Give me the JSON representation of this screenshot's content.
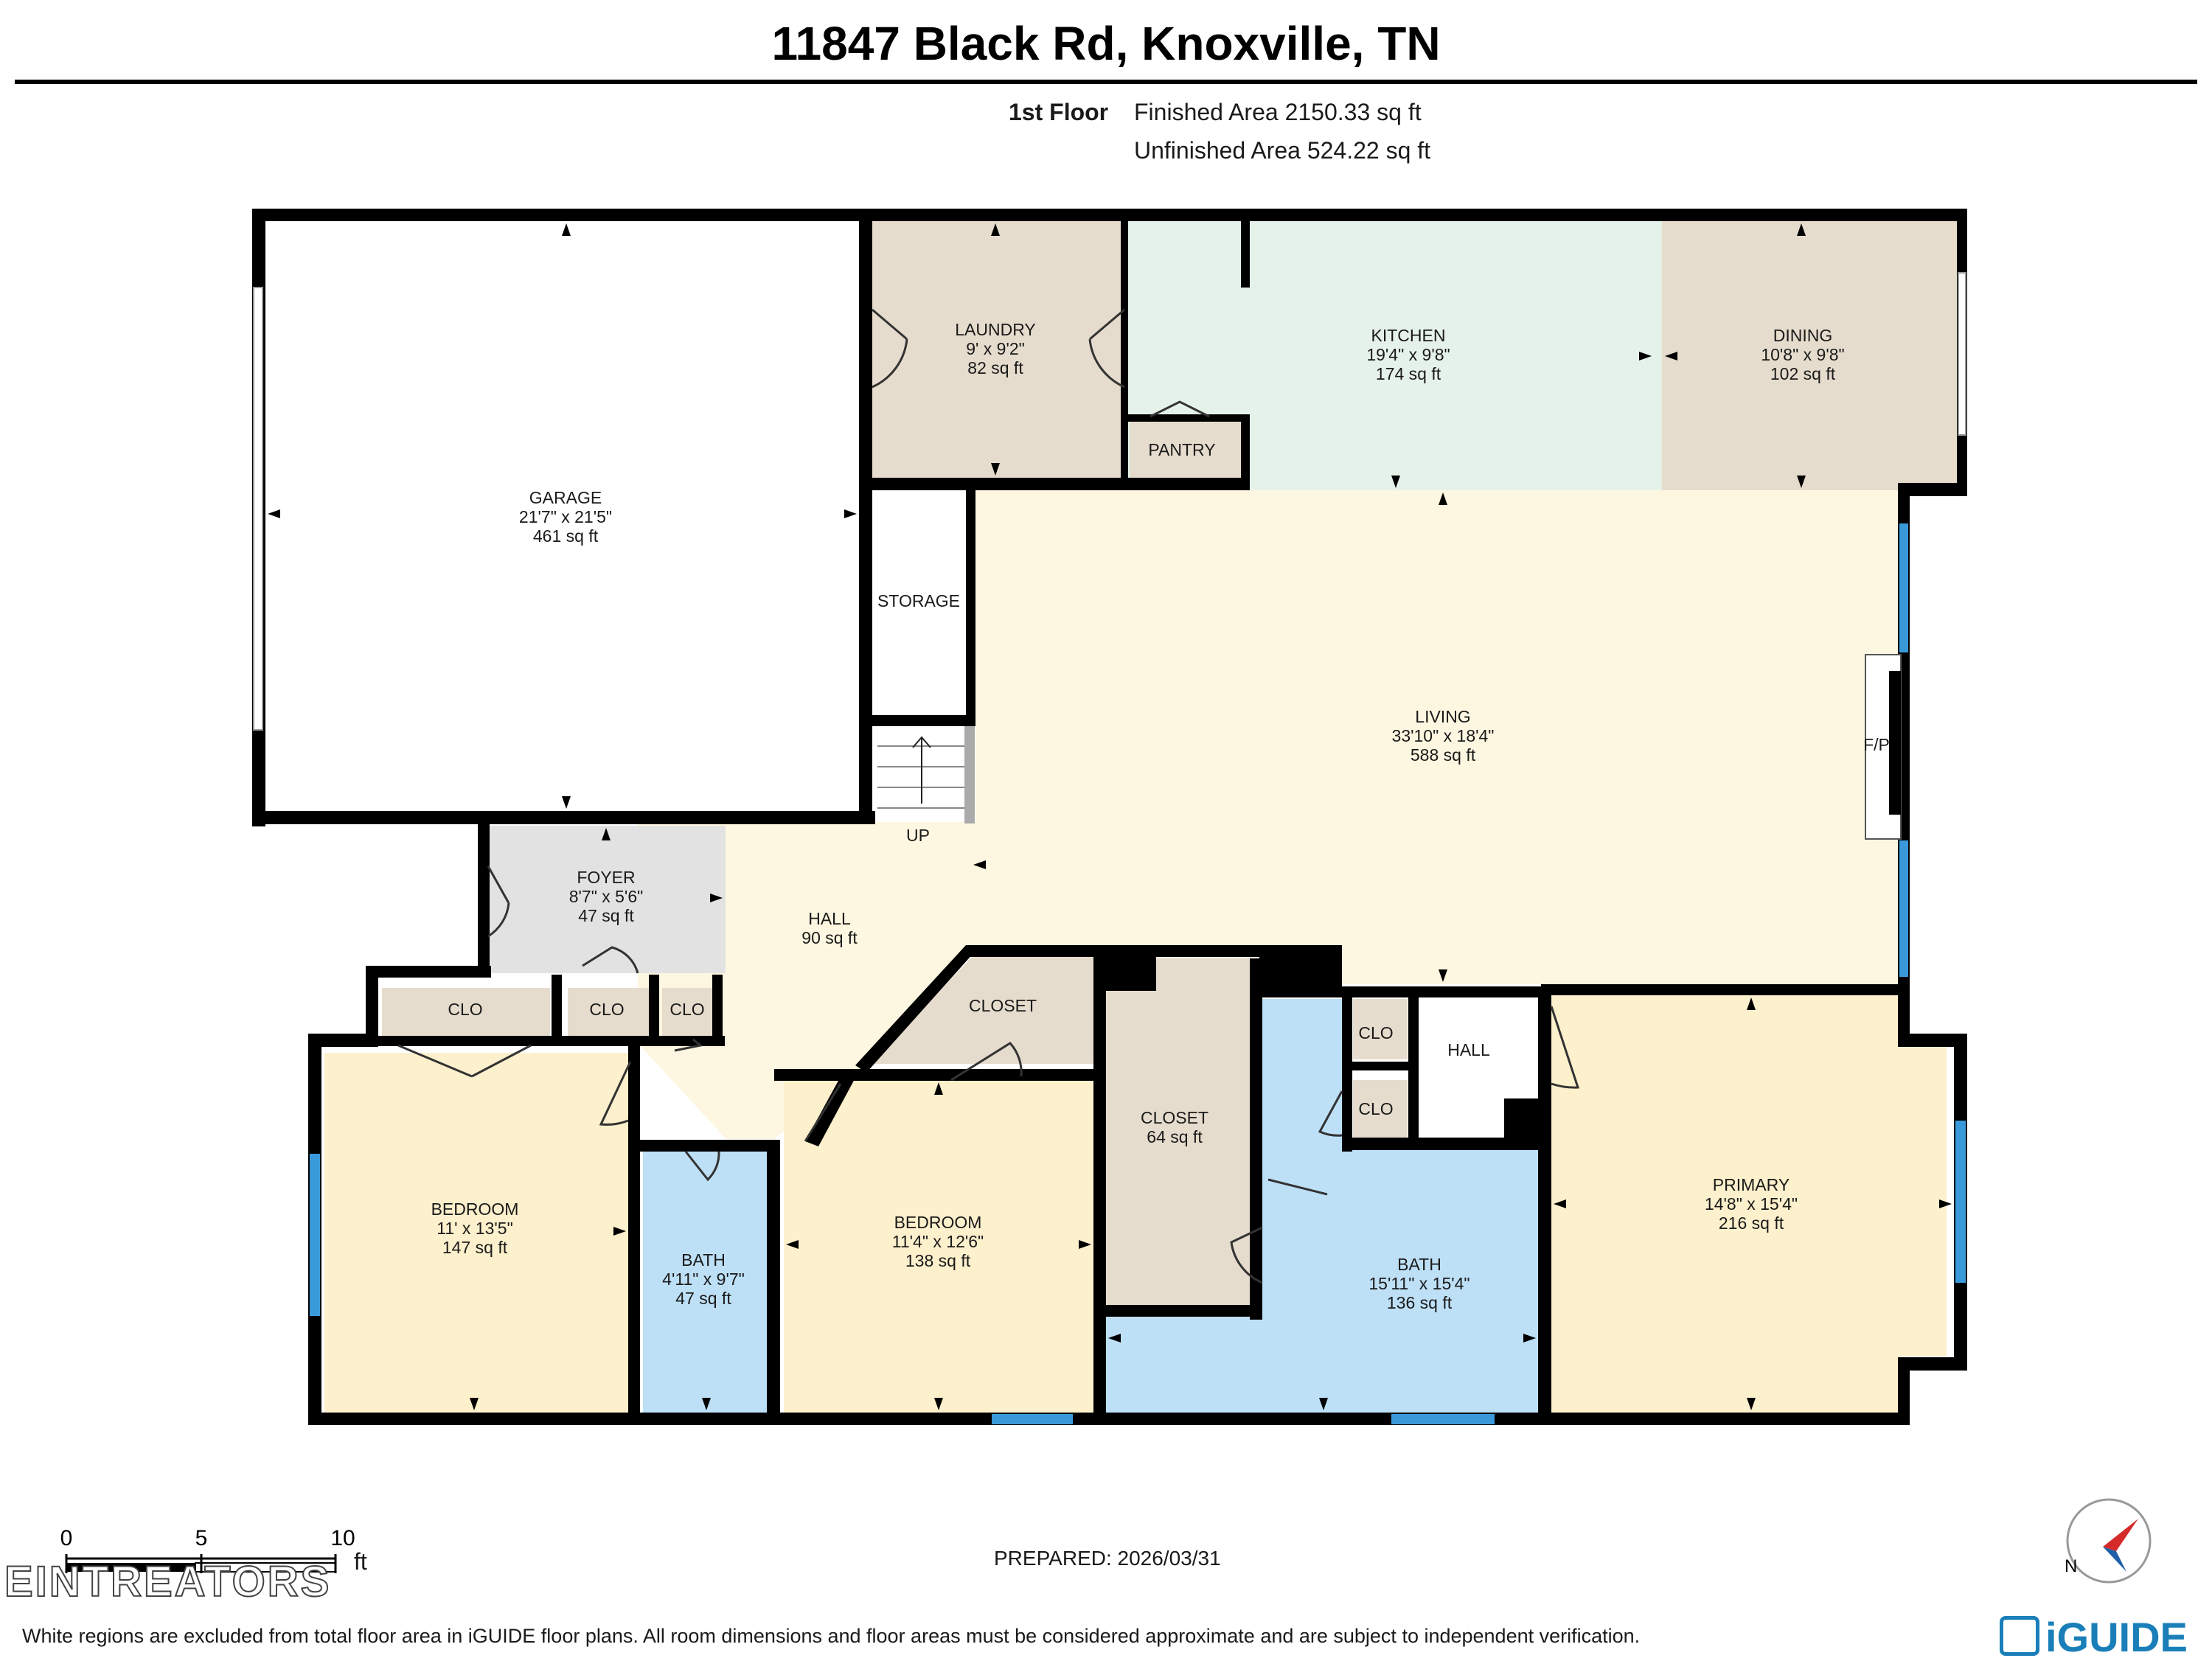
{
  "header": {
    "title": "11847 Black Rd, Knoxville, TN",
    "floor": "1st Floor",
    "finished_area": "Finished Area 2150.33 sq ft",
    "unfinished_area": "Unfinished Area 524.22 sq ft"
  },
  "rooms": {
    "garage": {
      "name": "GARAGE",
      "dims": "21'7\" x 21'5\"",
      "area": "461 sq ft"
    },
    "laundry": {
      "name": "LAUNDRY",
      "dims": "9' x 9'2\"",
      "area": "82 sq ft"
    },
    "kitchen": {
      "name": "KITCHEN",
      "dims": "19'4\" x 9'8\"",
      "area": "174 sq ft"
    },
    "dining": {
      "name": "DINING",
      "dims": "10'8\" x 9'8\"",
      "area": "102 sq ft"
    },
    "pantry": {
      "name": "PANTRY"
    },
    "storage": {
      "name": "STORAGE"
    },
    "living": {
      "name": "LIVING",
      "dims": "33'10\" x 18'4\"",
      "area": "588 sq ft"
    },
    "fireplace": {
      "name": "F/P"
    },
    "stairs": {
      "name": "UP"
    },
    "foyer": {
      "name": "FOYER",
      "dims": "8'7\" x 5'6\"",
      "area": "47 sq ft"
    },
    "hall": {
      "name": "HALL",
      "area": "90 sq ft"
    },
    "clo1": {
      "name": "CLO"
    },
    "clo2": {
      "name": "CLO"
    },
    "clo3": {
      "name": "CLO"
    },
    "closet_small": {
      "name": "CLOSET"
    },
    "closet": {
      "name": "CLOSET",
      "area": "64 sq ft"
    },
    "clo4": {
      "name": "CLO"
    },
    "clo5": {
      "name": "CLO"
    },
    "hall2": {
      "name": "HALL"
    },
    "bedroom1": {
      "name": "BEDROOM",
      "dims": "11' x 13'5\"",
      "area": "147 sq ft"
    },
    "bath1": {
      "name": "BATH",
      "dims": "4'11\" x 9'7\"",
      "area": "47 sq ft"
    },
    "bedroom2": {
      "name": "BEDROOM",
      "dims": "11'4\" x 12'6\"",
      "area": "138 sq ft"
    },
    "bath2": {
      "name": "BATH",
      "dims": "15'11\" x 15'4\"",
      "area": "136 sq ft"
    },
    "primary": {
      "name": "PRIMARY",
      "dims": "14'8\" x 15'4\"",
      "area": "216 sq ft"
    }
  },
  "scale_bar": {
    "ticks": [
      "0",
      "5",
      "10"
    ],
    "unit": "ft"
  },
  "compass": {
    "label": "N"
  },
  "watermark": "EINTREATORS",
  "prepared": "PREPARED: 2026/03/31",
  "disclaimer": "White regions are excluded from total floor area in iGUIDE floor plans. All room dimensions and floor areas must be considered approximate and are subject to independent verification.",
  "logo": "iGUIDE",
  "colors": {
    "wall": "#000000",
    "tan": "#e6dccd",
    "kitchen": "#e5f2ea",
    "living": "#fdf6e0",
    "bedroom": "#fdf0cc",
    "bath": "#bde0f7",
    "foyer": "#e2e2e2",
    "window": "#3a9ad9"
  }
}
